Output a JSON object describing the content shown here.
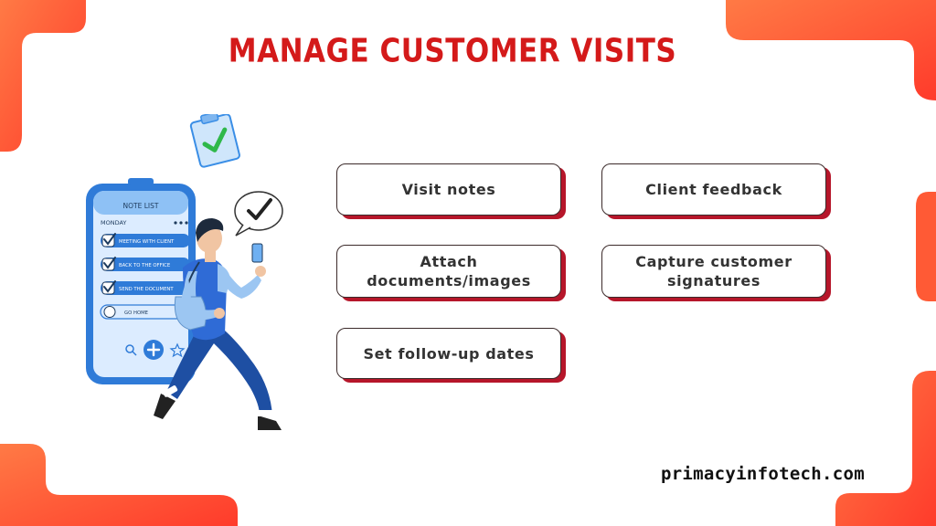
{
  "page": {
    "title": "MANAGE CUSTOMER VISITS",
    "brand": "primacyinfotech.com"
  },
  "features": [
    "Visit notes",
    "Client feedback",
    "Attach documents/images",
    "Capture customer signatures",
    "Set follow-up dates"
  ],
  "illustration": {
    "phone_header": "NOTE LIST",
    "day": "MONDAY",
    "items": [
      {
        "label": "MEETING WITH CLIENT",
        "checked": true
      },
      {
        "label": "BACK TO THE OFFICE",
        "checked": true
      },
      {
        "label": "SEND THE DOCUMENT",
        "checked": true
      },
      {
        "label": "GO HOME",
        "checked": false
      }
    ]
  },
  "colors": {
    "title": "#d41a1a",
    "accent_dark": "#b6162a",
    "corner_light": "#ff6a3d",
    "corner_dark": "#ff3d2a",
    "phone_blue": "#2f7bd8"
  }
}
